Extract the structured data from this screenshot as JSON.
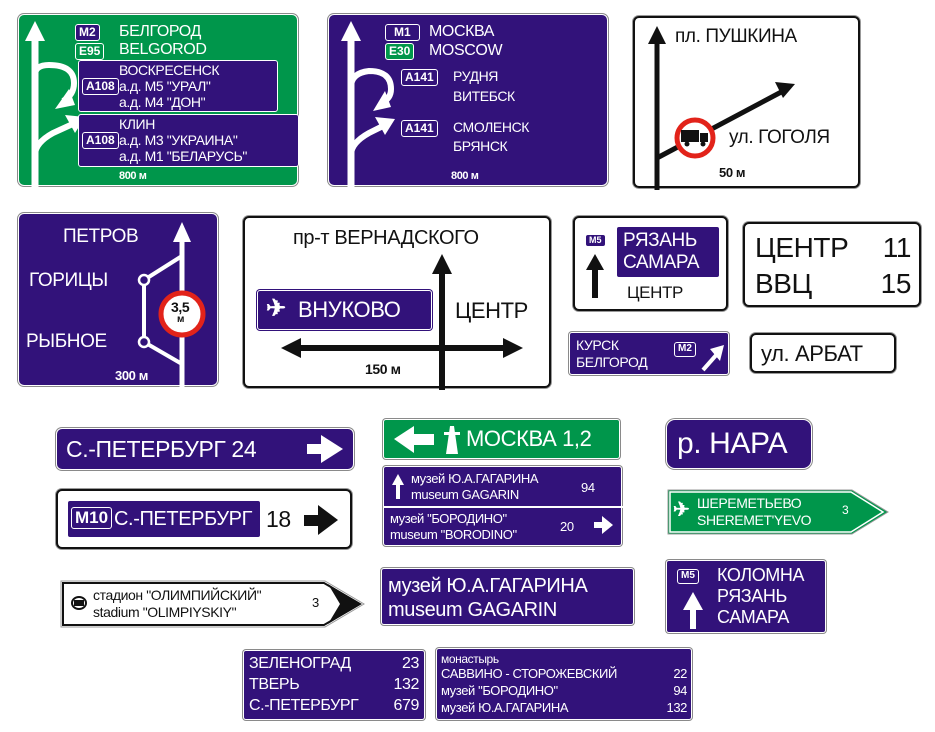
{
  "colors": {
    "blue": "#32127a",
    "green": "#00964b",
    "red": "#e2231a",
    "white": "#ffffff",
    "black": "#111111"
  },
  "sign1": {
    "road1": "М2",
    "dest1": "БЕЛГОРОД",
    "road2": "E95",
    "dest2": "BELGOROD",
    "panel1": {
      "road": "A108",
      "lines": [
        "ВОСКРЕСЕНСК",
        "а.д. М5 \"УРАЛ\"",
        "а.д. М4 \"ДОН\""
      ]
    },
    "panel2": {
      "road": "A108",
      "lines": [
        "КЛИН",
        "а.д. М3 \"УКРАИНА\"",
        "а.д. М1 \"БЕЛАРУСЬ\""
      ]
    },
    "distance": "800 м"
  },
  "sign2": {
    "road1": "М1",
    "dest1": "МОСКВА",
    "road2": "E30",
    "dest2": "MOSCOW",
    "group1": {
      "road": "A141",
      "lines": [
        "РУДНЯ",
        "ВИТЕБСК"
      ]
    },
    "group2": {
      "road": "A141",
      "lines": [
        "СМОЛЕНСК",
        "БРЯНСК"
      ]
    },
    "distance": "800 м"
  },
  "sign3": {
    "straight": "пл. ПУШКИНА",
    "right": "ул. ГОГОЛЯ",
    "distance": "50 м",
    "icon": "no-trucks-icon"
  },
  "sign4": {
    "top": "ПЕТРОВ",
    "mid": "ГОРИЦЫ",
    "low": "РЫБНОЕ",
    "limit": "3,5",
    "limit_unit": "м",
    "distance": "300 м"
  },
  "sign5": {
    "top": "пр-т ВЕРНАДСКОГО",
    "left": "ВНУКОВО",
    "right": "ЦЕНТР",
    "distance": "150 м",
    "icon": "airplane-icon"
  },
  "sign6": {
    "road": "М5",
    "lines": [
      "РЯЗАНЬ",
      "САМАРА"
    ],
    "below": "ЦЕНТР"
  },
  "sign7": {
    "rows": [
      {
        "name": "ЦЕНТР",
        "km": "11"
      },
      {
        "name": "ВВЦ",
        "km": "15"
      }
    ]
  },
  "sign8": {
    "lines": [
      "КУРСК",
      "БЕЛГОРОД"
    ],
    "road": "М2"
  },
  "sign9": {
    "text": "ул. АРБАТ"
  },
  "sign10": {
    "text": "С.-ПЕТЕРБУРГ 24"
  },
  "sign11": {
    "text": "МОСКВА 1,2",
    "icon": "motorway-icon"
  },
  "sign12": {
    "text": "р. НАРА"
  },
  "sign13": {
    "road": "М10",
    "dest": "С.-ПЕТЕРБУРГ",
    "km": "18"
  },
  "sign14": {
    "top": {
      "lines": [
        "музей Ю.А.ГАГАРИНА",
        "museum GAGARIN"
      ],
      "km": "94"
    },
    "bottom": {
      "lines": [
        "музей \"БОРОДИНО\"",
        "museum \"BORODINO\""
      ],
      "km": "20"
    }
  },
  "sign15": {
    "lines": [
      "ШЕРЕМЕТЬЕВО",
      "SHEREMET'YEVO"
    ],
    "km": "3"
  },
  "sign16": {
    "lines": [
      "стадион \"ОЛИМПИЙСКИЙ\"",
      "stadium \"OLIMPIYSKIY\""
    ],
    "km": "3"
  },
  "sign17": {
    "lines": [
      "музей Ю.А.ГАГАРИНА",
      "museum GAGARIN"
    ]
  },
  "sign18": {
    "road": "М5",
    "lines": [
      "КОЛОМНА",
      "РЯЗАНЬ",
      "САМАРА"
    ]
  },
  "sign19": {
    "rows": [
      {
        "name": "ЗЕЛЕНОГРАД",
        "km": "23"
      },
      {
        "name": "ТВЕРЬ",
        "km": "132"
      },
      {
        "name": "С.-ПЕТЕРБУРГ",
        "km": "679"
      }
    ]
  },
  "sign20": {
    "header": "монастырь",
    "rows": [
      {
        "name": "САВВИНО - СТОРОЖЕВСКИЙ",
        "km": "22"
      },
      {
        "name": "музей \"БОРОДИНО\"",
        "km": "94"
      },
      {
        "name": "музей Ю.А.ГАГАРИНА",
        "km": "132"
      }
    ]
  }
}
